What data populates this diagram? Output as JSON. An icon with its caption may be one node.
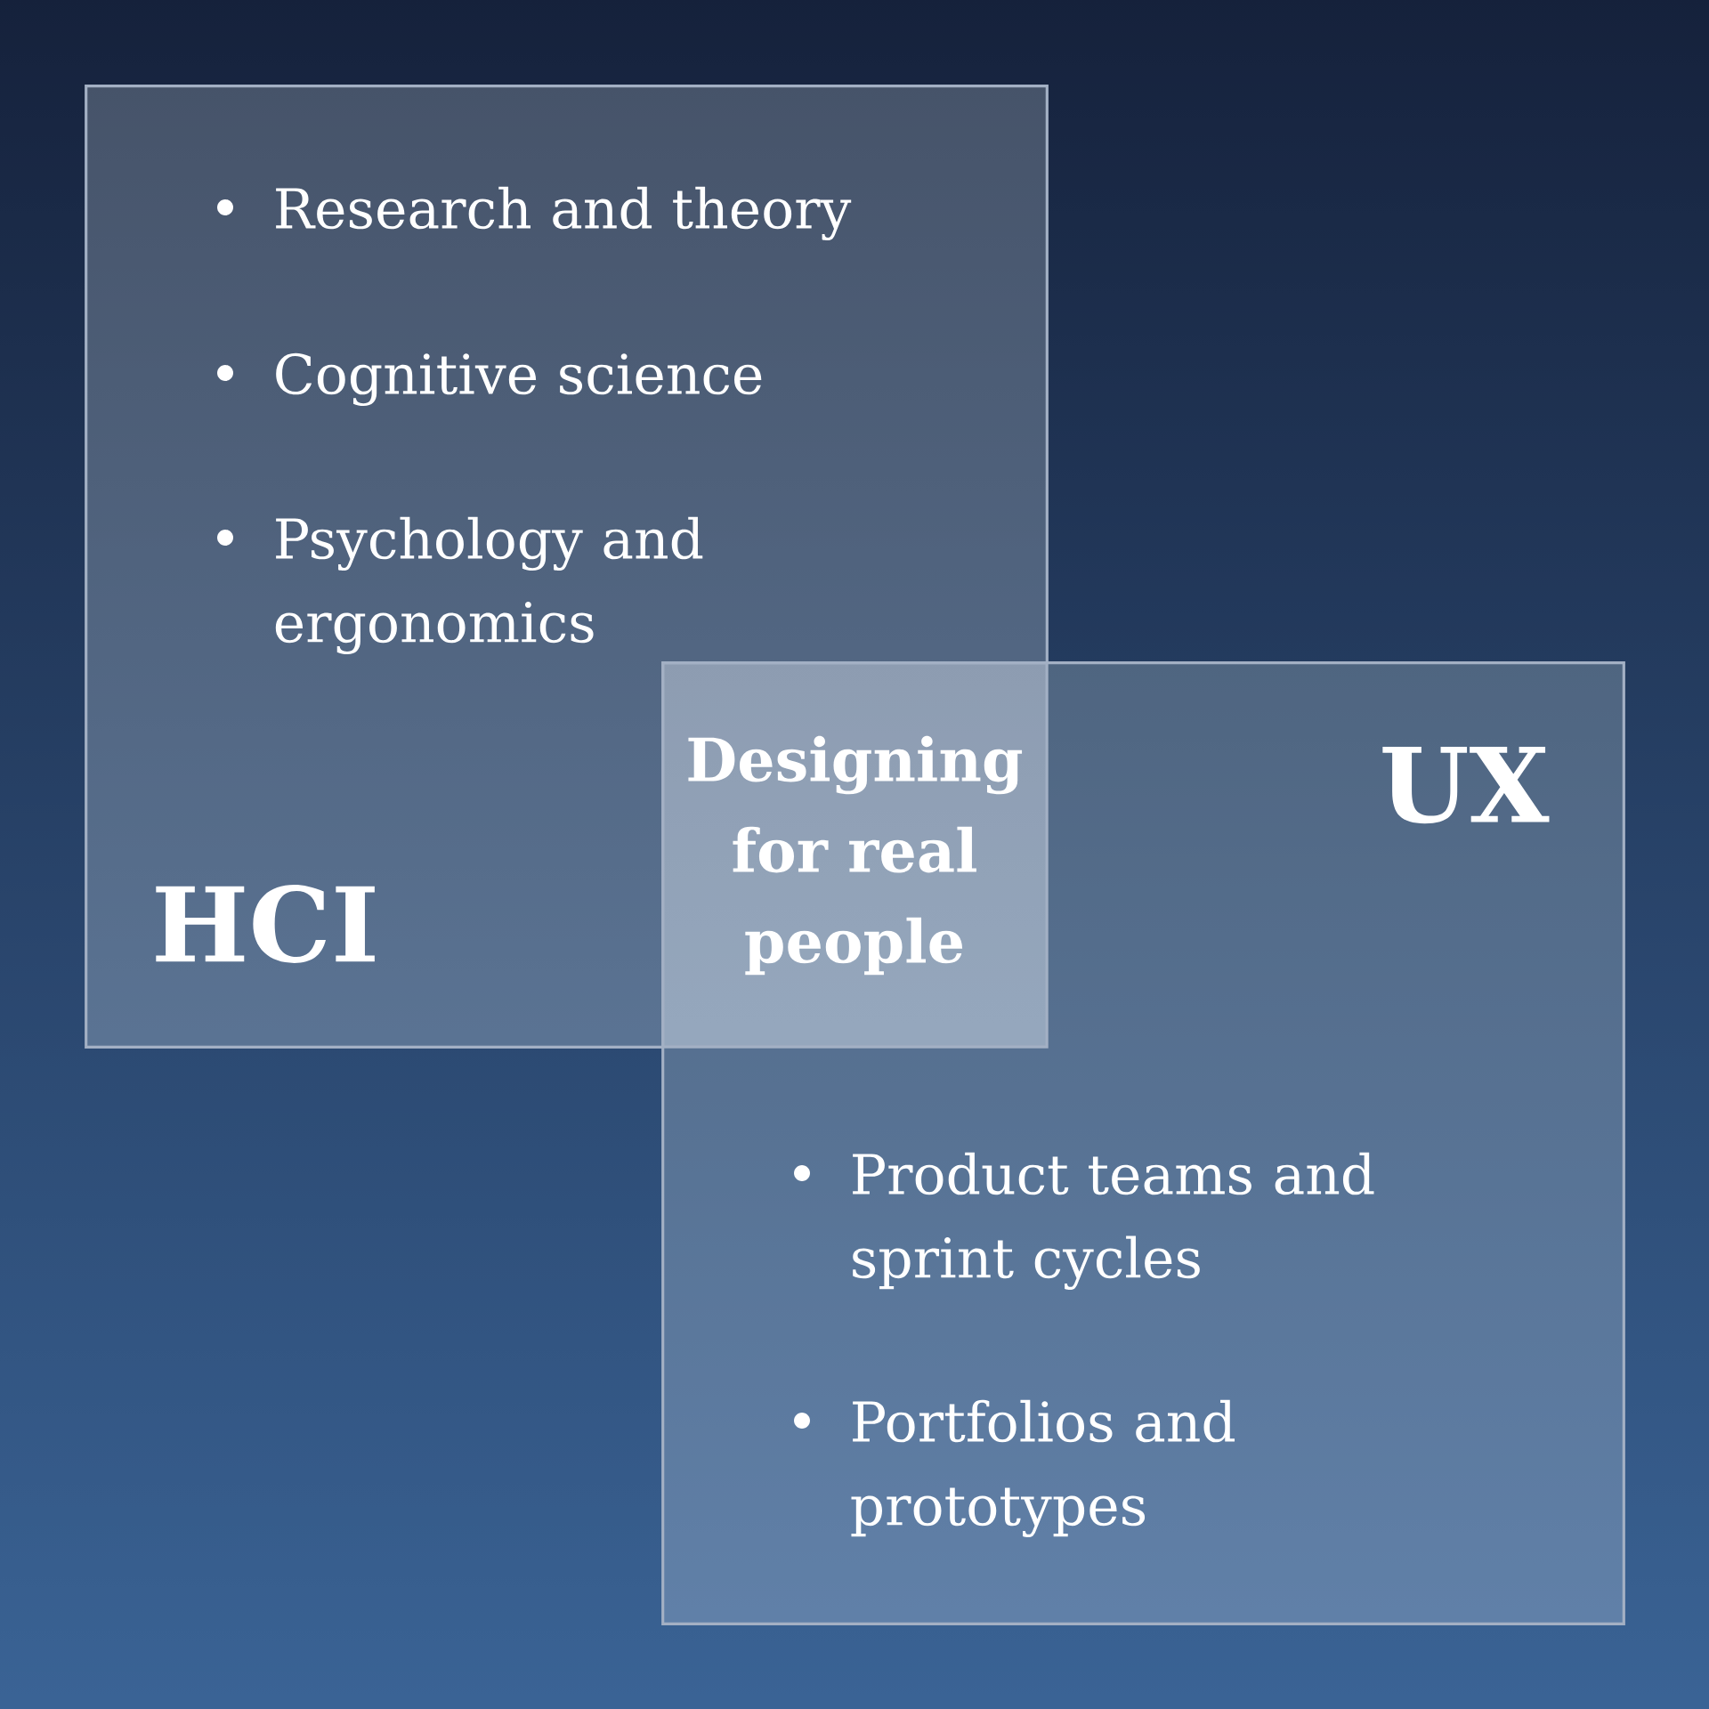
{
  "diagram": {
    "nodes": [
      {
        "text": [
          "Research and theory",
          "Cognitive science",
          "Psychology and ergonomics",
          "HCI"
        ]
      },
      {
        "text": [
          "UX",
          "Product teams and sprint cycles",
          "Portfolios and prototypes"
        ]
      },
      {
        "text": [
          "Designing for real people"
        ]
      }
    ],
    "edges": []
  }
}
